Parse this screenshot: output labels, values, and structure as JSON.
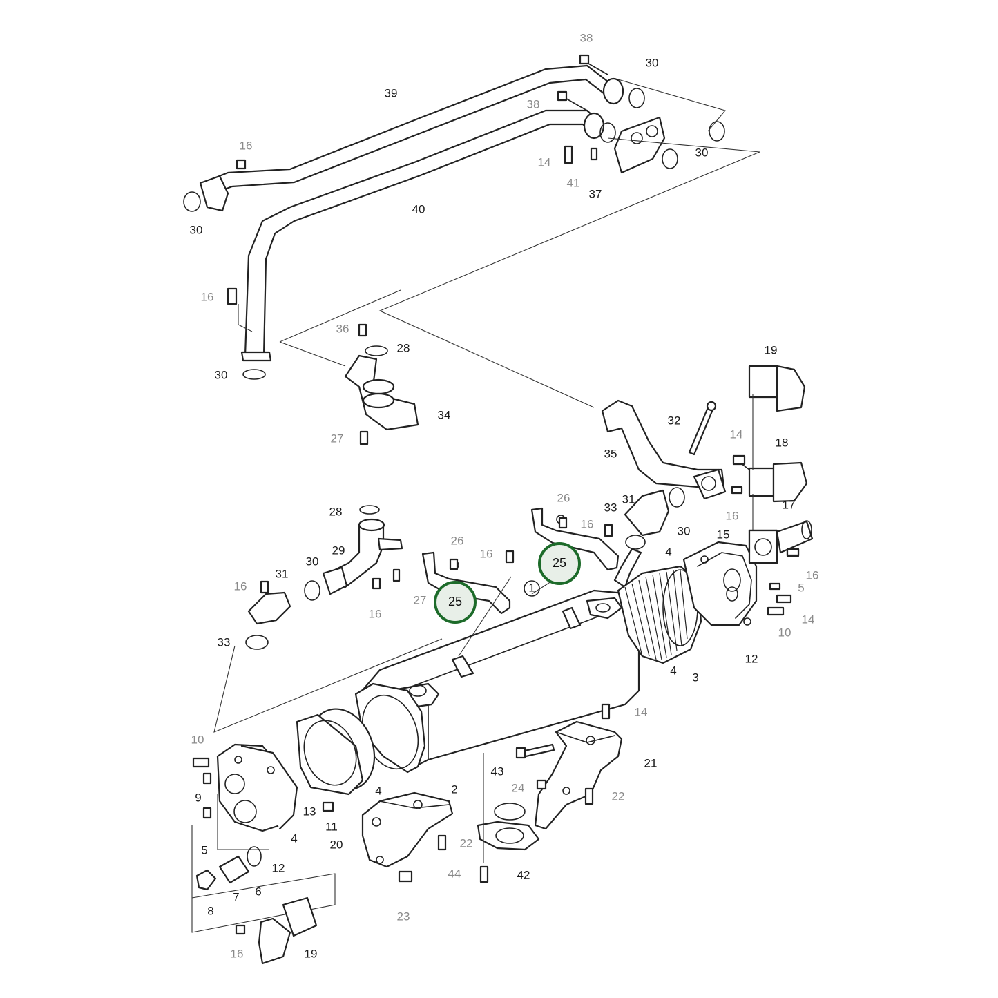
{
  "diagram": {
    "callouts": [
      {
        "label": "38",
        "gray": true
      },
      {
        "label": "30",
        "gray": false
      },
      {
        "label": "39",
        "gray": false
      },
      {
        "label": "38",
        "gray": true
      },
      {
        "label": "30",
        "gray": false
      },
      {
        "label": "14",
        "gray": true
      },
      {
        "label": "41",
        "gray": true
      },
      {
        "label": "37",
        "gray": false
      },
      {
        "label": "16",
        "gray": true
      },
      {
        "label": "40",
        "gray": false
      },
      {
        "label": "30",
        "gray": false
      },
      {
        "label": "16",
        "gray": true
      },
      {
        "label": "36",
        "gray": true
      },
      {
        "label": "28",
        "gray": false
      },
      {
        "label": "30",
        "gray": false
      },
      {
        "label": "34",
        "gray": false
      },
      {
        "label": "27",
        "gray": true
      },
      {
        "label": "19",
        "gray": false
      },
      {
        "label": "32",
        "gray": false
      },
      {
        "label": "14",
        "gray": true
      },
      {
        "label": "18",
        "gray": false
      },
      {
        "label": "35",
        "gray": false
      },
      {
        "label": "26",
        "gray": true
      },
      {
        "label": "33",
        "gray": false
      },
      {
        "label": "31",
        "gray": false
      },
      {
        "label": "16",
        "gray": true
      },
      {
        "label": "30",
        "gray": false
      },
      {
        "label": "16",
        "gray": true
      },
      {
        "label": "17",
        "gray": false
      },
      {
        "label": "28",
        "gray": false
      },
      {
        "label": "15",
        "gray": false
      },
      {
        "label": "4",
        "gray": false
      },
      {
        "label": "26",
        "gray": true
      },
      {
        "label": "29",
        "gray": false
      },
      {
        "label": "16",
        "gray": true
      },
      {
        "label": "16",
        "gray": true
      },
      {
        "label": "30",
        "gray": false
      },
      {
        "label": "31",
        "gray": false
      },
      {
        "label": "16",
        "gray": true
      },
      {
        "label": "5",
        "gray": true
      },
      {
        "label": "27",
        "gray": true
      },
      {
        "label": "16",
        "gray": true
      },
      {
        "label": "1",
        "gray": false
      },
      {
        "label": "14",
        "gray": true
      },
      {
        "label": "10",
        "gray": true
      },
      {
        "label": "33",
        "gray": false
      },
      {
        "label": "12",
        "gray": false
      },
      {
        "label": "4",
        "gray": false
      },
      {
        "label": "3",
        "gray": false
      },
      {
        "label": "14",
        "gray": true
      },
      {
        "label": "10",
        "gray": true
      },
      {
        "label": "21",
        "gray": false
      },
      {
        "label": "9",
        "gray": false
      },
      {
        "label": "43",
        "gray": false
      },
      {
        "label": "2",
        "gray": false
      },
      {
        "label": "24",
        "gray": true
      },
      {
        "label": "4",
        "gray": false
      },
      {
        "label": "22",
        "gray": true
      },
      {
        "label": "13",
        "gray": false
      },
      {
        "label": "4",
        "gray": false
      },
      {
        "label": "11",
        "gray": false
      },
      {
        "label": "5",
        "gray": false
      },
      {
        "label": "12",
        "gray": false
      },
      {
        "label": "20",
        "gray": false
      },
      {
        "label": "22",
        "gray": true
      },
      {
        "label": "6",
        "gray": false
      },
      {
        "label": "7",
        "gray": false
      },
      {
        "label": "42",
        "gray": false
      },
      {
        "label": "44",
        "gray": true
      },
      {
        "label": "8",
        "gray": false
      },
      {
        "label": "23",
        "gray": true
      },
      {
        "label": "16",
        "gray": true
      },
      {
        "label": "19",
        "gray": false
      }
    ],
    "highlighted": [
      {
        "label": "25"
      },
      {
        "label": "25"
      }
    ]
  }
}
